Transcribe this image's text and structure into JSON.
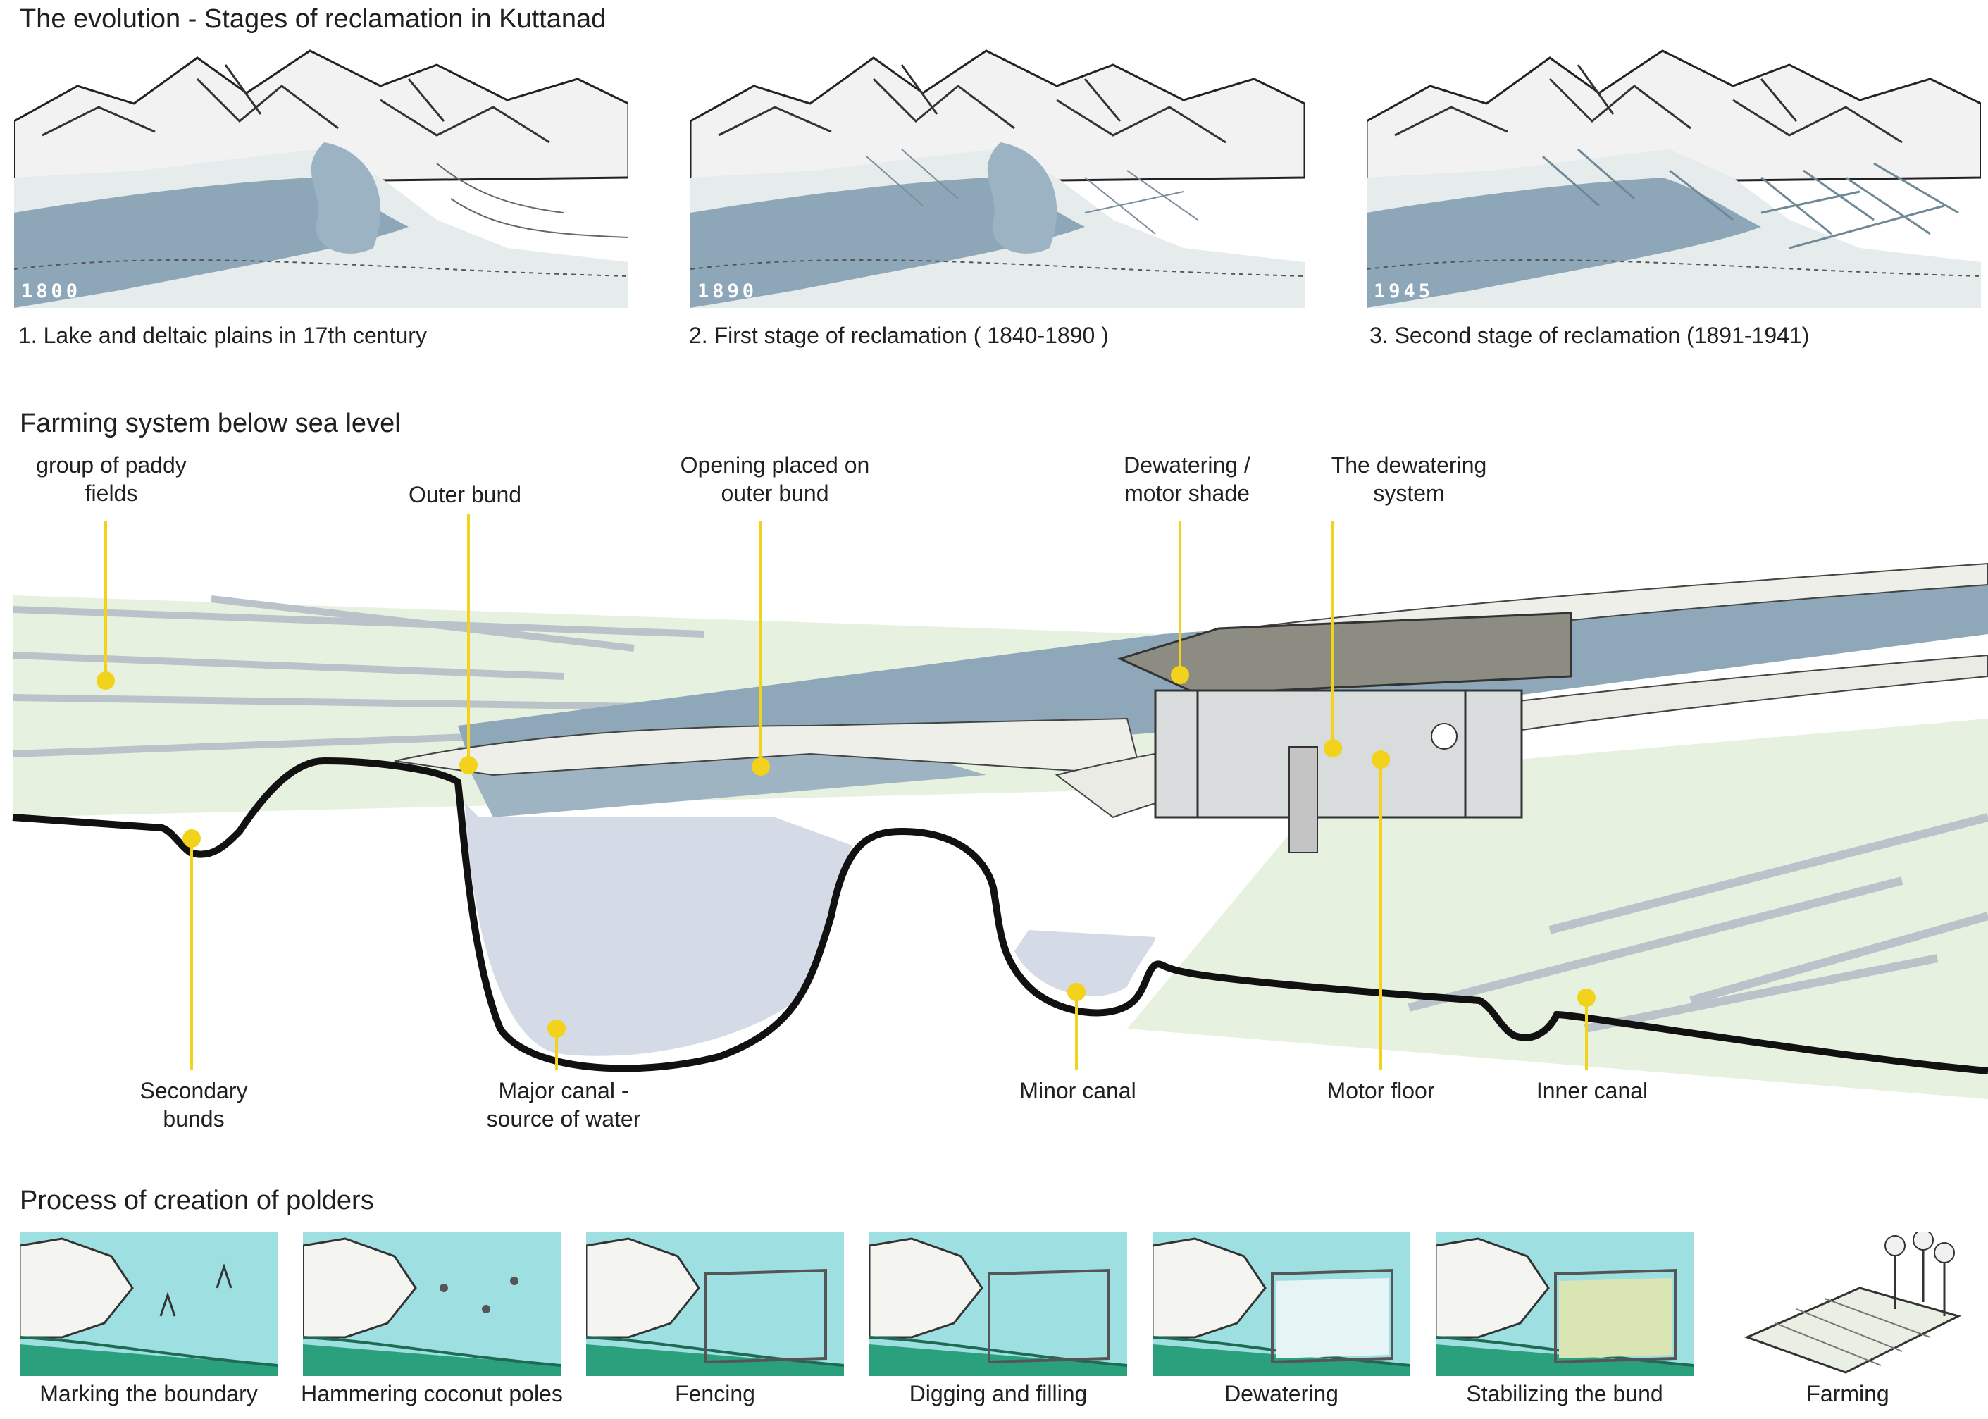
{
  "evolution": {
    "title": "The evolution - Stages of reclamation in Kuttanad",
    "stages": [
      {
        "year": "1800",
        "caption": "1. Lake and deltaic plains in 17th century"
      },
      {
        "year": "1890",
        "caption": "2. First stage of reclamation ( 1840-1890 )"
      },
      {
        "year": "1945",
        "caption": "3. Second stage of reclamation (1891-1941)"
      }
    ]
  },
  "farming": {
    "title": "Farming system below sea level",
    "labels": {
      "paddy": "group of paddy fields",
      "outer_bund": "Outer bund",
      "opening": "Opening placed on outer bund",
      "shade": "Dewatering / motor shade",
      "dewatering_system": "The dewatering system",
      "secondary_bunds": "Secondary bunds",
      "major_canal": "Major canal - source of water",
      "minor_canal": "Minor canal",
      "motor_floor": "Motor floor",
      "inner_canal": "Inner canal"
    }
  },
  "polders": {
    "title": "Process of creation of polders",
    "steps": [
      "Marking the boundary",
      "Hammering coconut poles",
      "Fencing",
      "Digging and filling",
      "Dewatering",
      "Stabilizing the bund",
      "Farming"
    ]
  },
  "colors": {
    "water": "#a9bfcc",
    "deep_water": "#7f9cae",
    "paddy": "#e4f0dc",
    "leader": "#f2d21b",
    "sky_teal": "#9edfe2",
    "ground": "#2d2d2d"
  }
}
